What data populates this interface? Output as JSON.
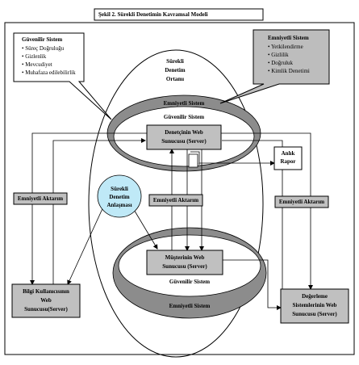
{
  "title": "Şekil 2.  Sürekli Denetimin Kavramsal Modeli",
  "environment_label": [
    "Sürekli",
    "Denetim",
    "Ortamı"
  ],
  "callout_left": {
    "heading": "Güvenilir Sistem",
    "items": [
      "Süreç Doğruluğu",
      "Gizlenlik",
      "Mevcudiyet",
      "Muhafaza edilebilirlik"
    ]
  },
  "callout_right": {
    "heading": "Emniyetli Sistem",
    "items": [
      "Yetkilendirme",
      "Gizlilik",
      "Doğruluk",
      "Kimlik Denetimi"
    ]
  },
  "upper_ring": {
    "outer_label": "Emniyetli Sistem",
    "inner_label": "Güvenilir Sistem"
  },
  "lower_ring": {
    "outer_label": "Emniyetli Sistem",
    "inner_label": "Güvenilir Sistem"
  },
  "auditor_server": [
    "Denetçinin Web",
    "Sunucusu (Server)"
  ],
  "client_server": [
    "Müşterinin Web",
    "Sunucusu (Server)"
  ],
  "info_user_server": [
    "Bilgi Kullanıcısının",
    "Web",
    "Sunucusu(Server)"
  ],
  "assurance_server": [
    "Değerleme",
    "Sistemlerinin Web",
    "Sunucusu (Server)"
  ],
  "secure_transfer_label": "Emniyetli Aktarım",
  "audit_agreement": [
    "Sürekli",
    "Denetim",
    "Anlaşması"
  ],
  "alarm_report": [
    "Anlık",
    "Rapor"
  ],
  "colors": {
    "ring": "#8c8c8c",
    "box": "#c0c0c0",
    "callout": "#bdbdbd",
    "line": "#000000"
  }
}
